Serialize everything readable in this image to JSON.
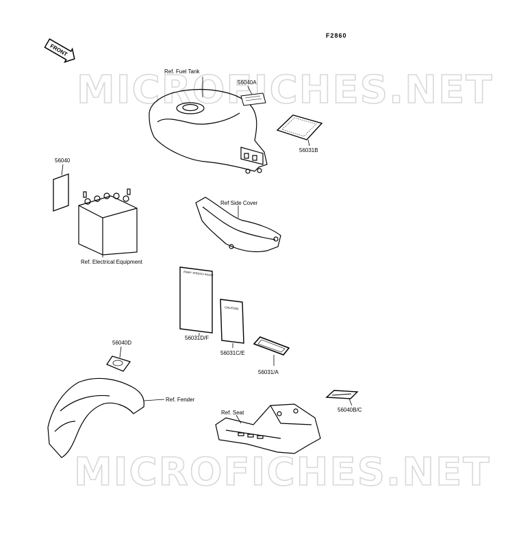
{
  "figure_code": "F2860",
  "front_label": "FRONT",
  "watermark": "MICROFICHES.NET",
  "labels": {
    "fuel_tank": "Ref. Fuel Tank",
    "p56040A": "56040A",
    "p56031B": "56031B",
    "p56040": "56040",
    "side_cover": "Ref Side Cover",
    "electrical": "Ref. Electrical Equipment",
    "p56031DF": "56031D/F",
    "p56031CE": "56031C/E",
    "p56031A": "56031/A",
    "p56040D": "56040D",
    "fender": "Ref. Fender",
    "seat": "Ref. Seat",
    "p56040BC": "56040B/C"
  },
  "label_texts": {
    "large_label": "EMMY SPEEDO RADIO",
    "caution": "CAUTION"
  }
}
